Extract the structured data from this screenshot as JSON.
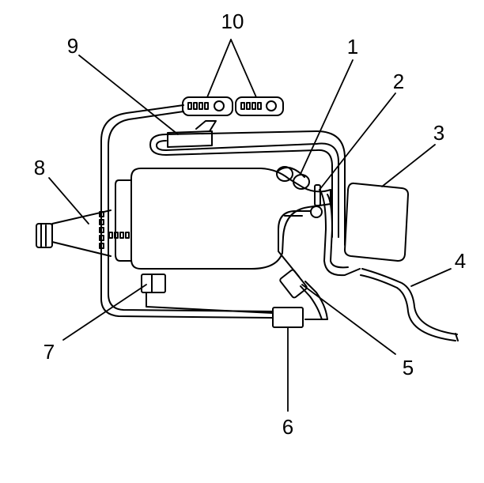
{
  "callouts": {
    "c1": "1",
    "c2": "2",
    "c3": "3",
    "c4": "4",
    "c5": "5",
    "c6": "6",
    "c7": "7",
    "c8": "8",
    "c9": "9",
    "c10": "10"
  },
  "colors": {
    "stroke": "#000000",
    "background": "#ffffff"
  }
}
